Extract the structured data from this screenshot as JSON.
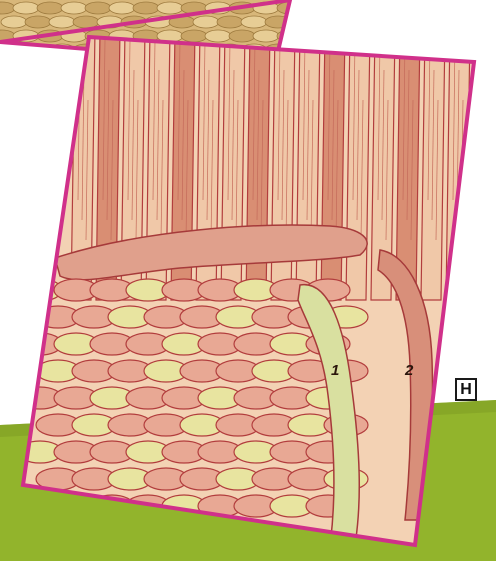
{
  "figure": {
    "plate_letter": "H",
    "strand_labels": [
      {
        "id": "strand-1",
        "text": "1"
      },
      {
        "id": "strand-2",
        "text": "2"
      }
    ]
  },
  "colors": {
    "page_background": "#ffffff",
    "ground_green": "#92b42c",
    "frame_magenta": "#d0308a",
    "stake_light": "#f0c8a8",
    "stake_dark": "#d98e73",
    "weaver_tan": "#e8a894",
    "weaver_pale_green": "#e8e4a0",
    "inset_straw": "#e2c48a",
    "outline": "#b23d3d"
  }
}
